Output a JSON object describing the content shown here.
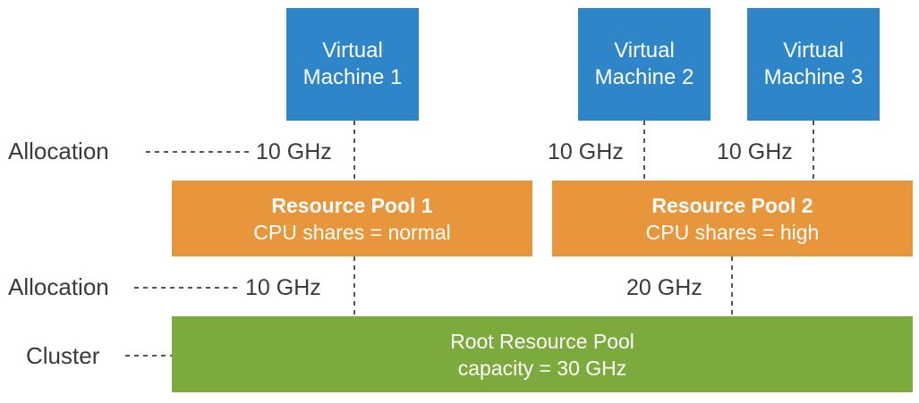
{
  "colors": {
    "vm": "#2e86c8",
    "pool": "#e8963c",
    "root": "#7daa3d",
    "connector": "#555555"
  },
  "labels": {
    "allocation_top": "Allocation",
    "allocation_bottom": "Allocation",
    "cluster": "Cluster"
  },
  "vms": [
    {
      "line1": "Virtual",
      "line2": "Machine 1",
      "allocation": "10 GHz"
    },
    {
      "line1": "Virtual",
      "line2": "Machine 2",
      "allocation": "10 GHz"
    },
    {
      "line1": "Virtual",
      "line2": "Machine 3",
      "allocation": "10 GHz"
    }
  ],
  "pools": [
    {
      "title": "Resource Pool 1",
      "shares": "CPU shares = normal",
      "allocation": "10 GHz"
    },
    {
      "title": "Resource Pool 2",
      "shares": "CPU shares = high",
      "allocation": "20 GHz"
    }
  ],
  "root": {
    "title": "Root Resource Pool",
    "capacity": "capacity = 30 GHz"
  }
}
